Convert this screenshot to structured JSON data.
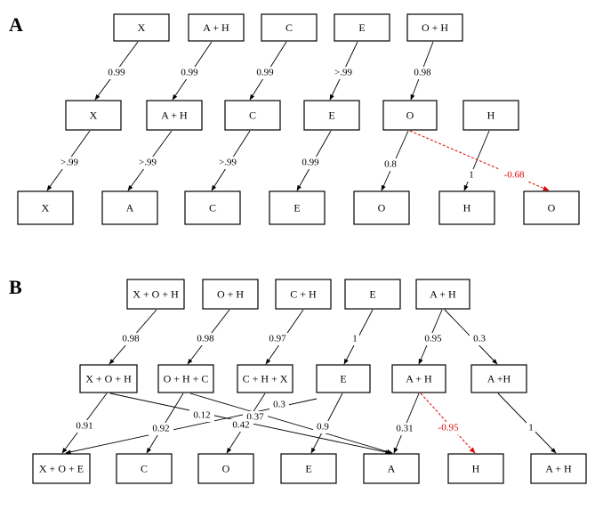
{
  "panels": [
    {
      "label": "A",
      "nodes": {
        "a_t1": "X",
        "a_t2": "A + H",
        "a_t3": "C",
        "a_t4": "E",
        "a_t5": "O + H",
        "a_m1": "X",
        "a_m2": "A + H",
        "a_m3": "C",
        "a_m4": "E",
        "a_m5": "O",
        "a_m6": "H",
        "a_b1": "X",
        "a_b2": "A",
        "a_b3": "C",
        "a_b4": "E",
        "a_b5": "O",
        "a_b6": "H",
        "a_b7": "O"
      },
      "edges": [
        {
          "from": "a_t1",
          "to": "a_m1",
          "label": "0.99",
          "negative": false
        },
        {
          "from": "a_t2",
          "to": "a_m2",
          "label": "0.99",
          "negative": false
        },
        {
          "from": "a_t3",
          "to": "a_m3",
          "label": "0.99",
          "negative": false
        },
        {
          "from": "a_t4",
          "to": "a_m4",
          "label": ">.99",
          "negative": false
        },
        {
          "from": "a_t5",
          "to": "a_m5",
          "label": "0.98",
          "negative": false
        },
        {
          "from": "a_m1",
          "to": "a_b1",
          "label": ">.99",
          "negative": false
        },
        {
          "from": "a_m2",
          "to": "a_b2",
          "label": ">.99",
          "negative": false
        },
        {
          "from": "a_m3",
          "to": "a_b3",
          "label": ">.99",
          "negative": false
        },
        {
          "from": "a_m4",
          "to": "a_b4",
          "label": "0.99",
          "negative": false
        },
        {
          "from": "a_m5",
          "to": "a_b5",
          "label": "0.8",
          "negative": false
        },
        {
          "from": "a_m6",
          "to": "a_b6",
          "label": "1",
          "negative": false
        },
        {
          "from": "a_m5",
          "to": "a_b7",
          "label": "-0.68",
          "negative": true
        }
      ]
    },
    {
      "label": "B",
      "nodes": {
        "b_t1": "X + O + H",
        "b_t2": "O + H",
        "b_t3": "C + H",
        "b_t4": "E",
        "b_t5": "A + H",
        "b_m1": "X + O + H",
        "b_m2": "O + H + C",
        "b_m3": "C + H + X",
        "b_m4": "E",
        "b_m5": "A + H",
        "b_m6": "A +H",
        "b_b1": "X + O + E",
        "b_b2": "C",
        "b_b3": "O",
        "b_b4": "E",
        "b_b5": "A",
        "b_b6": "H",
        "b_b7": "A + H"
      },
      "edges": [
        {
          "from": "b_t1",
          "to": "b_m1",
          "label": "0.98",
          "negative": false
        },
        {
          "from": "b_t2",
          "to": "b_m2",
          "label": "0.98",
          "negative": false
        },
        {
          "from": "b_t3",
          "to": "b_m3",
          "label": "0.97",
          "negative": false
        },
        {
          "from": "b_t4",
          "to": "b_m4",
          "label": "1",
          "negative": false
        },
        {
          "from": "b_t5",
          "to": "b_m5",
          "label": "0.95",
          "negative": false
        },
        {
          "from": "b_t5",
          "to": "b_m6",
          "label": "0.3",
          "negative": false
        },
        {
          "from": "b_m1",
          "to": "b_b1",
          "label": "0.91",
          "negative": false
        },
        {
          "from": "b_m1",
          "to": "b_b5",
          "label": "0.12",
          "negative": false
        },
        {
          "from": "b_m2",
          "to": "b_b2",
          "label": "0.92",
          "negative": false
        },
        {
          "from": "b_m2",
          "to": "b_b5",
          "label": "0.37",
          "negative": false
        },
        {
          "from": "b_m3",
          "to": "b_b3",
          "label": "0.42",
          "negative": false
        },
        {
          "from": "b_m4",
          "to": "b_b1",
          "label": "0.3",
          "negative": false
        },
        {
          "from": "b_m4",
          "to": "b_b4",
          "label": "0.9",
          "negative": false
        },
        {
          "from": "b_m5",
          "to": "b_b5",
          "label": "0.31",
          "negative": false
        },
        {
          "from": "b_m5",
          "to": "b_b6",
          "label": "-0.95",
          "negative": true
        },
        {
          "from": "b_m6",
          "to": "b_b7",
          "label": "1",
          "negative": false
        }
      ]
    }
  ]
}
